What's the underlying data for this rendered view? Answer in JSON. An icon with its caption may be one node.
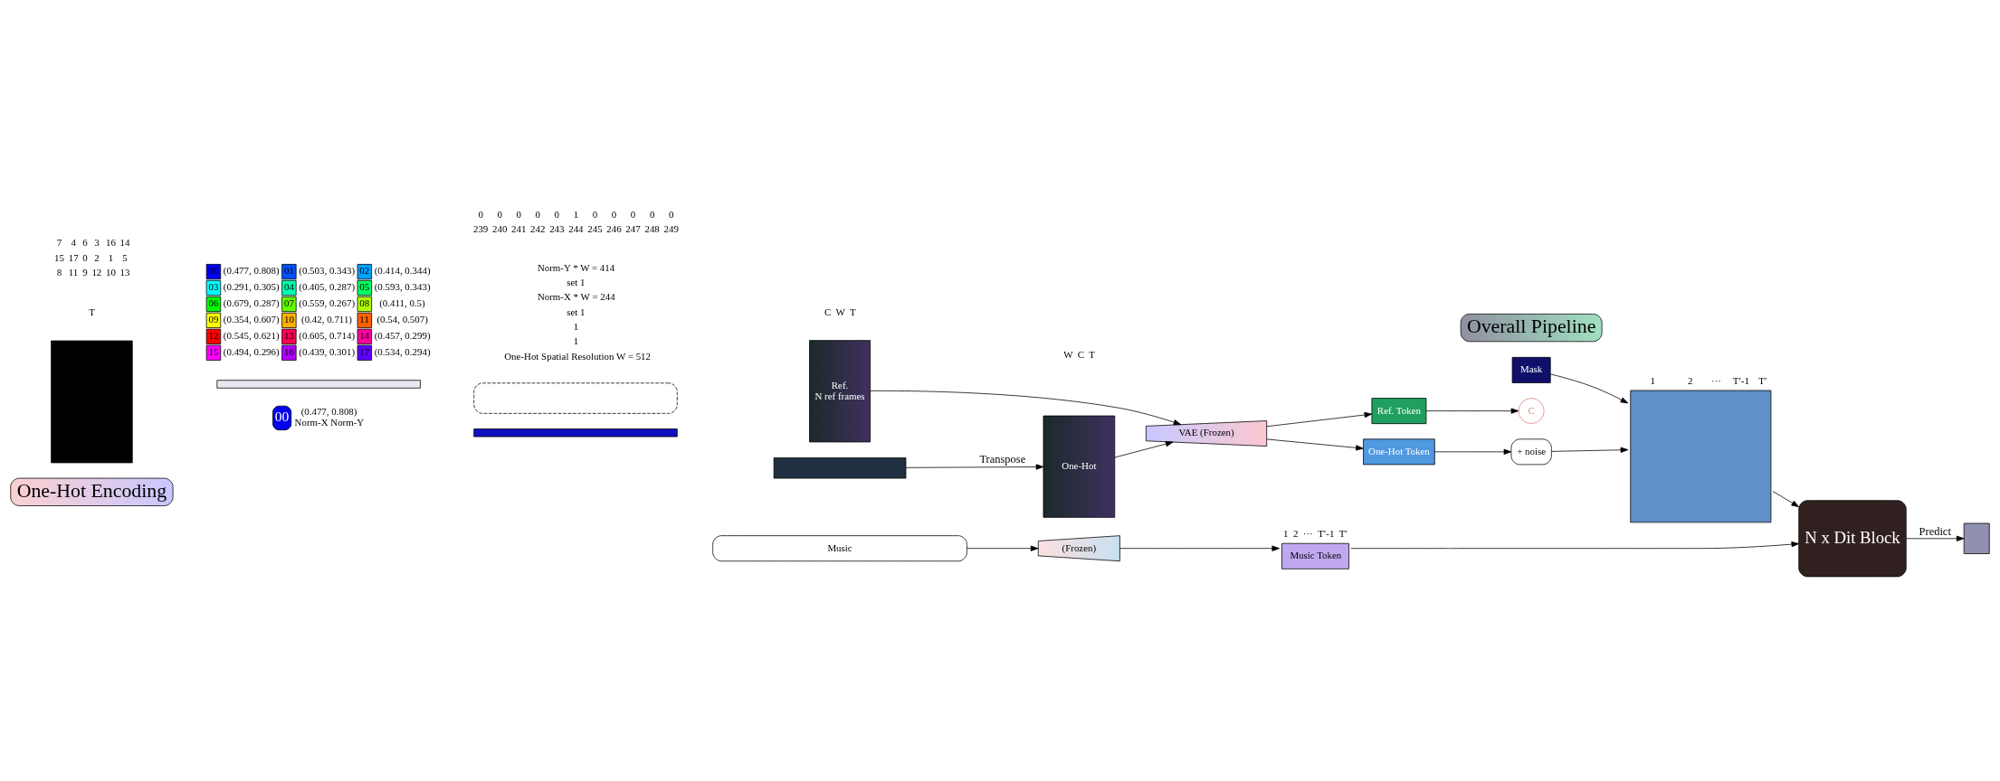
{
  "diagram": {
    "nodes": [
      {
        "text": [
          "One-Hot Encoding"
        ]
      },
      {
        "text": [
          "00"
        ],
        "beside": [
          "(0.477, 0.808)",
          "Norm-X Norm-Y"
        ]
      },
      {
        "text": [],
        "shape": "bar"
      },
      {
        "text": [],
        "shape": "box"
      },
      {
        "text": [],
        "shape": "box"
      },
      {
        "text": [],
        "shape": "bar"
      },
      {
        "text": [],
        "shape": "box"
      },
      {
        "text": [
          "One-Hot"
        ]
      },
      {
        "text": [
          "Ref.",
          "N ref frames"
        ]
      },
      {
        "text": [
          "Music"
        ]
      },
      {
        "text": [
          "VAE (Frozen)"
        ]
      },
      {
        "text": [
          "(Frozen)"
        ]
      },
      {
        "text": [
          "Overall Pipeline"
        ]
      },
      {
        "text": [
          "Mask"
        ]
      },
      {
        "text": [
          "Ref. Token"
        ]
      },
      {
        "text": [
          "One-Hot Token"
        ]
      },
      {
        "text": [
          "+ noise"
        ]
      },
      {
        "text": [
          "C"
        ]
      },
      {
        "text": [],
        "shape": "box",
        "beside": [
          "1",
          "2",
          "···",
          "T′-1",
          "T′"
        ]
      },
      {
        "text": [
          "Music Token"
        ],
        "beside": [
          "1",
          "2",
          "···",
          "T′-1",
          "T′"
        ]
      },
      {
        "text": [
          "N x Dit Block"
        ]
      },
      {
        "text": [],
        "shape": "box"
      }
    ],
    "edges": [
      {
        "from": 6,
        "to": 7,
        "arrow": "to",
        "label": "Transpose"
      },
      {
        "from": 8,
        "to": 10,
        "arrow": "to"
      },
      {
        "from": 7,
        "to": 10,
        "arrow": "to"
      },
      {
        "from": 9,
        "to": 11,
        "arrow": "to"
      },
      {
        "from": 10,
        "to": 14,
        "arrow": "to"
      },
      {
        "from": 10,
        "to": 15,
        "arrow": "to"
      },
      {
        "from": 13,
        "to": 18,
        "arrow": "to"
      },
      {
        "from": 14,
        "to": 17,
        "arrow": "to"
      },
      {
        "from": 15,
        "to": 16,
        "arrow": "to"
      },
      {
        "from": 16,
        "to": 18,
        "arrow": "to"
      },
      {
        "from": 11,
        "to": 19,
        "arrow": "to"
      },
      {
        "from": 18,
        "to": 20,
        "arrow": "to"
      },
      {
        "from": 19,
        "to": 20,
        "arrow": "to"
      },
      {
        "from": 20,
        "to": 21,
        "arrow": "to",
        "label": "Predict"
      }
    ],
    "labels": [
      "Norm-Y * W = 414",
      "set 1",
      "Norm-X * W = 244",
      "set 1",
      "1",
      "1",
      "One-Hot Spatial Resolution W = 512",
      "0",
      "0",
      "0",
      "0",
      "0",
      "1",
      "0",
      "0",
      "0",
      "0",
      "0",
      "239",
      "240",
      "241",
      "242",
      "243",
      "244",
      "245",
      "246",
      "247",
      "248",
      "249",
      "T",
      "7",
      "4",
      "6",
      "3",
      "16",
      "14",
      "15",
      "17",
      "0",
      "2",
      "1",
      "5",
      "8",
      "11",
      "9",
      "12",
      "10",
      "13",
      "00",
      "(0.477, 0.808)",
      "01",
      "(0.503, 0.343)",
      "02",
      "(0.414, 0.344)",
      "03",
      "(0.291, 0.305)",
      "04",
      "(0.405, 0.287)",
      "05",
      "(0.593, 0.343)",
      "06",
      "(0.679, 0.287)",
      "07",
      "(0.559, 0.267)",
      "08",
      "(0.411, 0.5)",
      "09",
      "(0.354, 0.607)",
      "10",
      "(0.42, 0.711)",
      "11",
      "(0.54, 0.507)",
      "12",
      "(0.545, 0.621)",
      "13",
      "(0.605, 0.714)",
      "14",
      "(0.457, 0.299)",
      "15",
      "(0.494, 0.296)",
      "16",
      "(0.439, 0.301)",
      "17",
      "(0.534, 0.294)",
      "C",
      "W",
      "T",
      "W",
      "C",
      "T"
    ]
  }
}
